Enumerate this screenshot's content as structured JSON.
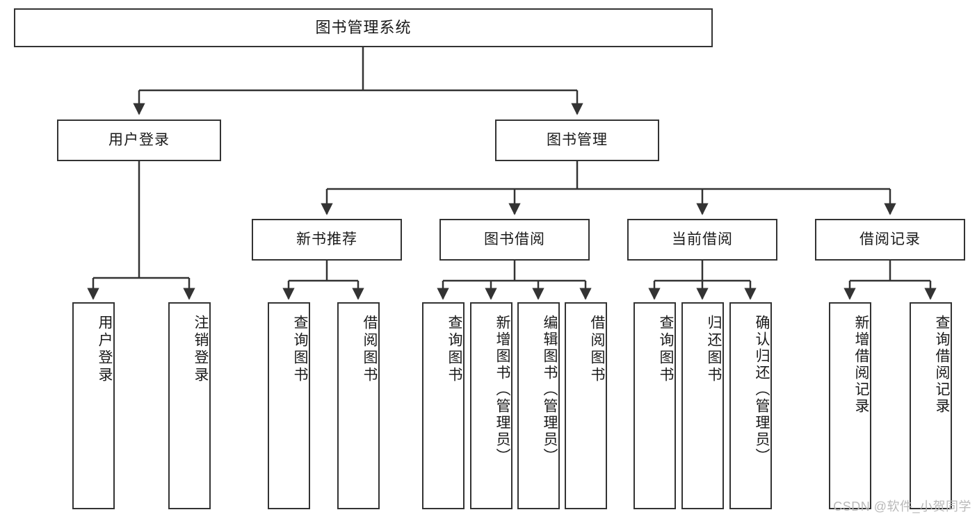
{
  "diagram": {
    "title": "图书管理系统",
    "watermark": "CSDN @软件_小贺同学",
    "colors": {
      "box_border": "#333333",
      "box_fill": "#ffffff",
      "connector": "#333333",
      "text": "#1a1a1a",
      "watermark": "#b9b9b9",
      "background": "#ffffff"
    },
    "root": {
      "label": "图书管理系统"
    },
    "level2": [
      {
        "label": "用户登录"
      },
      {
        "label": "图书管理"
      }
    ],
    "level3": [
      {
        "label": "新书推荐"
      },
      {
        "label": "图书借阅"
      },
      {
        "label": "当前借阅"
      },
      {
        "label": "借阅记录"
      }
    ],
    "leaves": {
      "user_login": [
        {
          "label": "用户登录"
        },
        {
          "label": "注销登录"
        }
      ],
      "new_book": [
        {
          "label": "查询图书"
        },
        {
          "label": "借阅图书"
        }
      ],
      "book_borrow": [
        {
          "label": "查询图书"
        },
        {
          "label": "新增图书（管理员）"
        },
        {
          "label": "编辑图书（管理员）"
        },
        {
          "label": "借阅图书"
        }
      ],
      "current_borrow": [
        {
          "label": "查询图书"
        },
        {
          "label": "归还图书"
        },
        {
          "label": "确认归还（管理员）"
        }
      ],
      "borrow_record": [
        {
          "label": "新增借阅记录"
        },
        {
          "label": "查询借阅记录"
        }
      ]
    }
  }
}
